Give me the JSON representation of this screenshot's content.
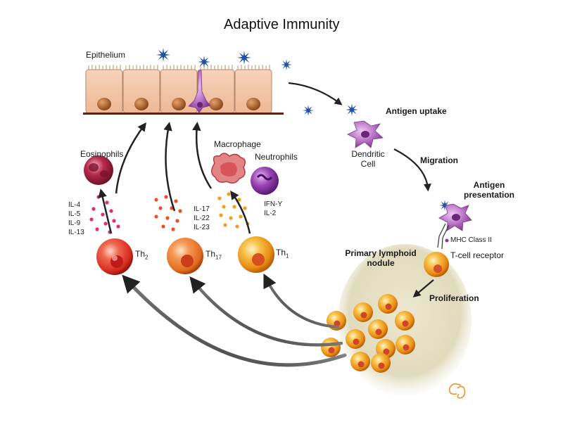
{
  "title": "Adaptive Immunity",
  "labels": {
    "epithelium": "Epithelium",
    "antigen_uptake": "Antigen uptake",
    "dendritic_cell": [
      "Dendritic",
      "Cell"
    ],
    "migration": "Migration",
    "antigen_presentation": [
      "Antigen",
      "presentation"
    ],
    "mhc_class_ii": "MHC Class II",
    "t_cell_receptor": "T-cell receptor",
    "primary_lymphoid_nodule": [
      "Primary lymphoid",
      "nodule"
    ],
    "proliferation": "Proliferation",
    "eosinophils": "Eosinophils",
    "macrophage": "Macrophage",
    "neutrophils": "Neutrophils",
    "th2": {
      "base": "Th",
      "sub": "2"
    },
    "th17": {
      "base": "Th",
      "sub": "17"
    },
    "th1": {
      "base": "Th",
      "sub": "1"
    },
    "signature": "Cg"
  },
  "cytokines": {
    "th2": [
      "IL-4",
      "IL-5",
      "IL-9",
      "IL-13"
    ],
    "th17": [
      "IL-17",
      "IL-22",
      "IL-23"
    ],
    "th1": [
      "IFN-Y",
      "IL-2"
    ]
  },
  "colors": {
    "epithelial_cell": "#f2c3a4",
    "nucleus": "#b5652a",
    "antigen_star": "#1f4fa8",
    "dendritic_cell": "#b56fc2",
    "t_cell": "#f0a020",
    "th2_cell": "#e83a2a",
    "th17_cell": "#ef7a30",
    "eosinophil": "#a2213f",
    "macrophage": "#d9535b",
    "neutrophil": "#8a36a3",
    "nodule": "#e2dcc1",
    "arrow": "#2b2b2b"
  }
}
